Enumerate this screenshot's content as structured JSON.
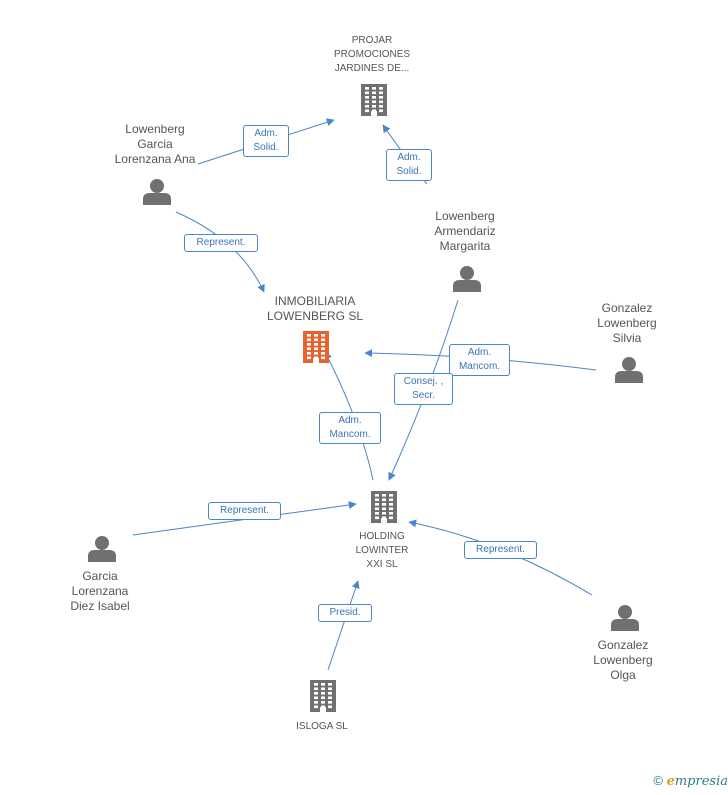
{
  "nodes": {
    "projar": {
      "label": "PROJAR\nPROMOCIONES\nJARDINES DE...",
      "kind": "company"
    },
    "inmobiliaria": {
      "label": "INMOBILIARIA\nLOWENBERG SL",
      "kind": "company-main"
    },
    "holding": {
      "label": "HOLDING\nLOWINTER\nXXI  SL",
      "kind": "company"
    },
    "isloga": {
      "label": "ISLOGA SL",
      "kind": "company"
    },
    "lowenberg_ana": {
      "label": "Lowenberg\nGarcia\nLorenzana Ana",
      "kind": "person"
    },
    "lowenberg_margarita": {
      "label": "Lowenberg\nArmendariz\nMargarita",
      "kind": "person"
    },
    "gonzalez_silvia": {
      "label": "Gonzalez\nLowenberg\nSilvia",
      "kind": "person"
    },
    "garcia_isabel": {
      "label": "Garcia\nLorenzana\nDiez Isabel",
      "kind": "person"
    },
    "gonzalez_olga": {
      "label": "Gonzalez\nLowenberg\nOlga",
      "kind": "person"
    }
  },
  "edges": [
    {
      "from": "lowenberg_ana",
      "to": "projar",
      "label": "Adm.\nSolid."
    },
    {
      "from": "lowenberg_margarita",
      "to": "projar",
      "label": "Adm.\nSolid."
    },
    {
      "from": "lowenberg_ana",
      "to": "inmobiliaria",
      "label": "Represent."
    },
    {
      "from": "gonzalez_silvia",
      "to": "inmobiliaria",
      "label": "Adm.\nMancom."
    },
    {
      "from": "lowenberg_margarita",
      "to": "holding",
      "label": "Consej. ,\nSecr."
    },
    {
      "from": "holding",
      "to": "inmobiliaria",
      "label": "Adm.\nMancom."
    },
    {
      "from": "garcia_isabel",
      "to": "holding",
      "label": "Represent."
    },
    {
      "from": "gonzalez_olga",
      "to": "holding",
      "label": "Represent."
    },
    {
      "from": "isloga",
      "to": "holding",
      "label": "Presid."
    }
  ],
  "colors": {
    "edge": "#4a86c8",
    "company": "#707070",
    "company_main": "#e8622c",
    "person": "#707070"
  },
  "icons": {
    "company": "building-icon",
    "person": "person-icon"
  },
  "footer": {
    "copyright": "©",
    "brand_first": "e",
    "brand_rest": "mpresia"
  }
}
